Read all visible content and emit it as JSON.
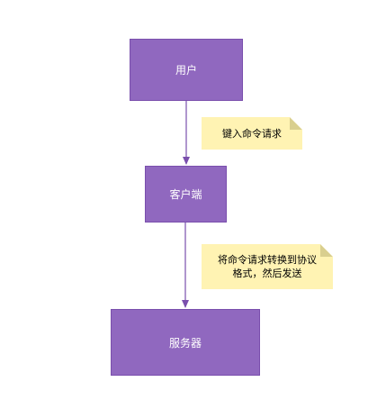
{
  "diagram": {
    "nodes": {
      "user": {
        "label": "用户"
      },
      "client": {
        "label": "客户端"
      },
      "server": {
        "label": "服务器"
      }
    },
    "notes": {
      "note1": {
        "text": "键入命令请求"
      },
      "note2": {
        "text": "将命令请求转换到协议\n格式，然后发送"
      }
    },
    "edges": [
      {
        "from": "user",
        "to": "client"
      },
      {
        "from": "client",
        "to": "server"
      }
    ],
    "colors": {
      "node_fill": "#9068bf",
      "node_border": "#7a4fad",
      "edge": "#7a4fad",
      "note_fill": "#fff3b3"
    }
  }
}
